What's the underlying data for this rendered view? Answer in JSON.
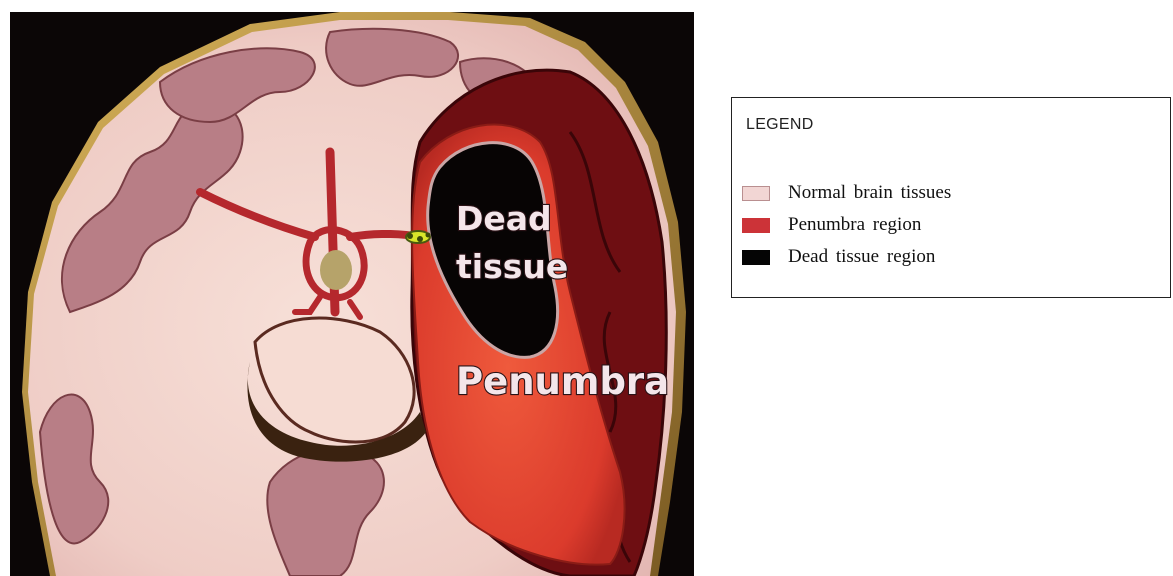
{
  "figure": {
    "labels": {
      "dead_line1": "Dead",
      "dead_line2": "tissue",
      "penumbra": "Penumbra"
    }
  },
  "legend": {
    "title": "LEGEND",
    "items": [
      {
        "label": "Normal brain tissues",
        "color": "#f2d6d4",
        "border": "#b98f90"
      },
      {
        "label": "Penumbra region",
        "color": "#cc3338",
        "border": "#cc3338"
      },
      {
        "label": "Dead tissue region",
        "color": "#050505",
        "border": "#050505"
      }
    ]
  },
  "colors": {
    "background": "#0b0606",
    "normal_tissue": "#f1d3cc",
    "gyri": "#b87e86",
    "penumbra": "#e3402f",
    "dead_tissue": "#070404",
    "outer_infarct": "#6e0e12",
    "vessels": "#b5282d",
    "clot": "#d8e62a"
  }
}
